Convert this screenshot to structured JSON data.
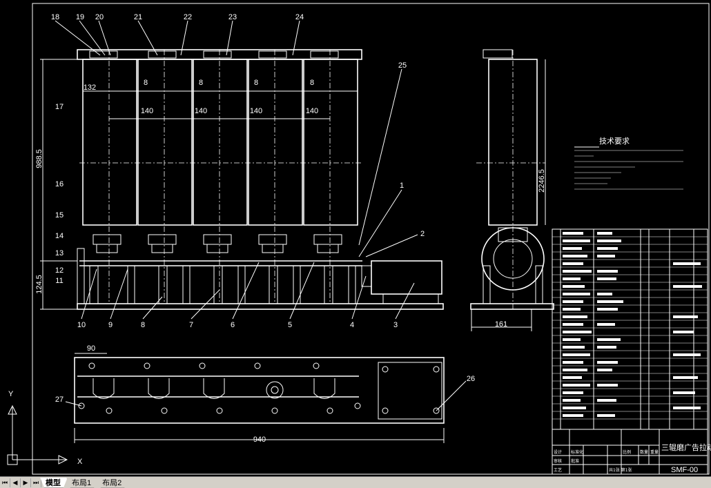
{
  "tabs": [
    {
      "label": "模型",
      "active": true
    },
    {
      "label": "布局1",
      "active": false
    },
    {
      "label": "布局2",
      "active": false
    }
  ],
  "nav": [
    "⏮",
    "◀",
    "▶",
    "⏭"
  ],
  "ucs": {
    "x_label": "X",
    "y_label": "Y"
  },
  "drawing": {
    "part_numbers_top": [
      "18",
      "19",
      "20",
      "21",
      "22",
      "23",
      "24",
      "25"
    ],
    "part_numbers_left": [
      "17",
      "16",
      "15",
      "14",
      "13",
      "12",
      "11"
    ],
    "part_numbers_right": [
      "1",
      "2"
    ],
    "part_numbers_bottom": [
      "10",
      "9",
      "8",
      "7",
      "6",
      "5",
      "4",
      "3"
    ],
    "part_numbers_plan": [
      "27",
      "26"
    ],
    "dim_132": "132",
    "dim_8": [
      "8",
      "8",
      "8",
      "8"
    ],
    "dim_140": [
      "140",
      "140",
      "140",
      "140"
    ],
    "dim_height_left": "988.5",
    "dim_small_left": "124.5",
    "dim_height_right": "2246.5",
    "dim_width_right": "161",
    "dim_90": "90",
    "dim_940": "940",
    "tech_title": "技术要求",
    "title_block_name": "三辊磨广告拉动结构图",
    "drawing_number": "SMF-00",
    "title_cells": [
      "设计",
      "审核",
      "工艺",
      "标准化",
      "批准",
      "比例",
      "数量",
      "重量",
      "共1张 第1张"
    ]
  }
}
